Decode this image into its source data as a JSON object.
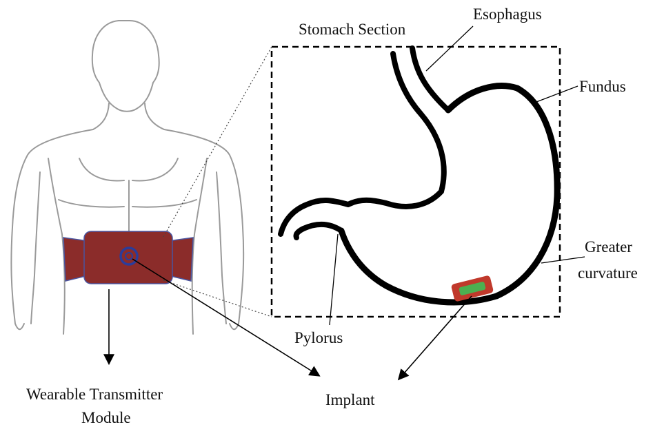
{
  "labels": {
    "stomach_section": "Stomach Section",
    "esophagus": "Esophagus",
    "fundus": "Fundus",
    "greater_curvature_line1": "Greater",
    "greater_curvature_line2": "curvature",
    "pylorus": "Pylorus",
    "implant": "Implant",
    "wearable_line1": "Wearable Transmitter",
    "wearable_line2": "Module"
  },
  "colors": {
    "outline": "#000000",
    "body_outline": "#9a9a9a",
    "belt_fill": "#8b2c2a",
    "belt_edge": "#4a55a0",
    "implant_border": "#c0392b",
    "implant_core": "#4caf50"
  },
  "icons": {
    "human_torso": "body-outline-icon",
    "transmitter_coil": "coil-ring-icon",
    "implant_device": "implant-capsule-icon"
  }
}
